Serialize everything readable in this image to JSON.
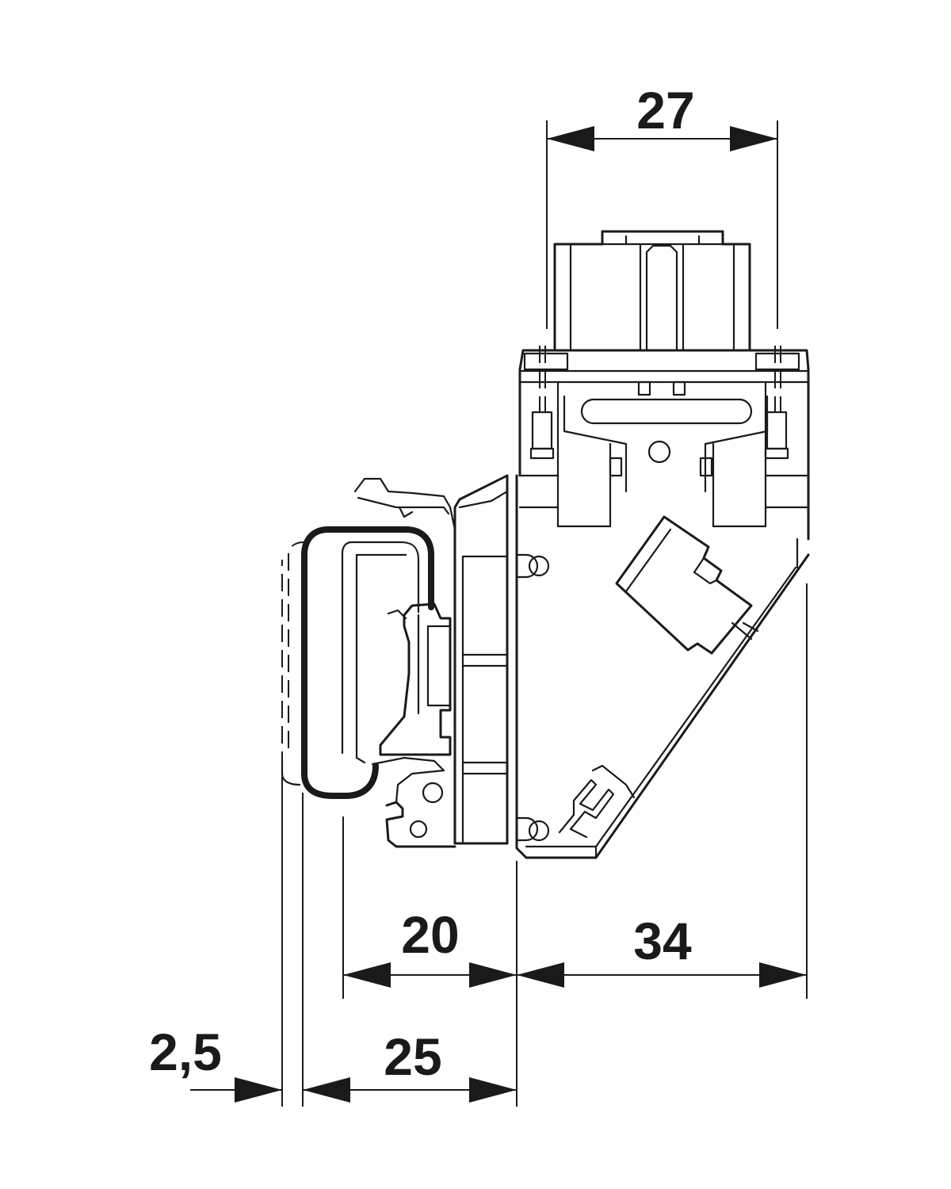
{
  "drawing": {
    "dimensions": {
      "top_width": "27",
      "rail_to_front": "20",
      "front_depth": "34",
      "rail_offset": "2,5",
      "rail_depth": "25"
    }
  }
}
